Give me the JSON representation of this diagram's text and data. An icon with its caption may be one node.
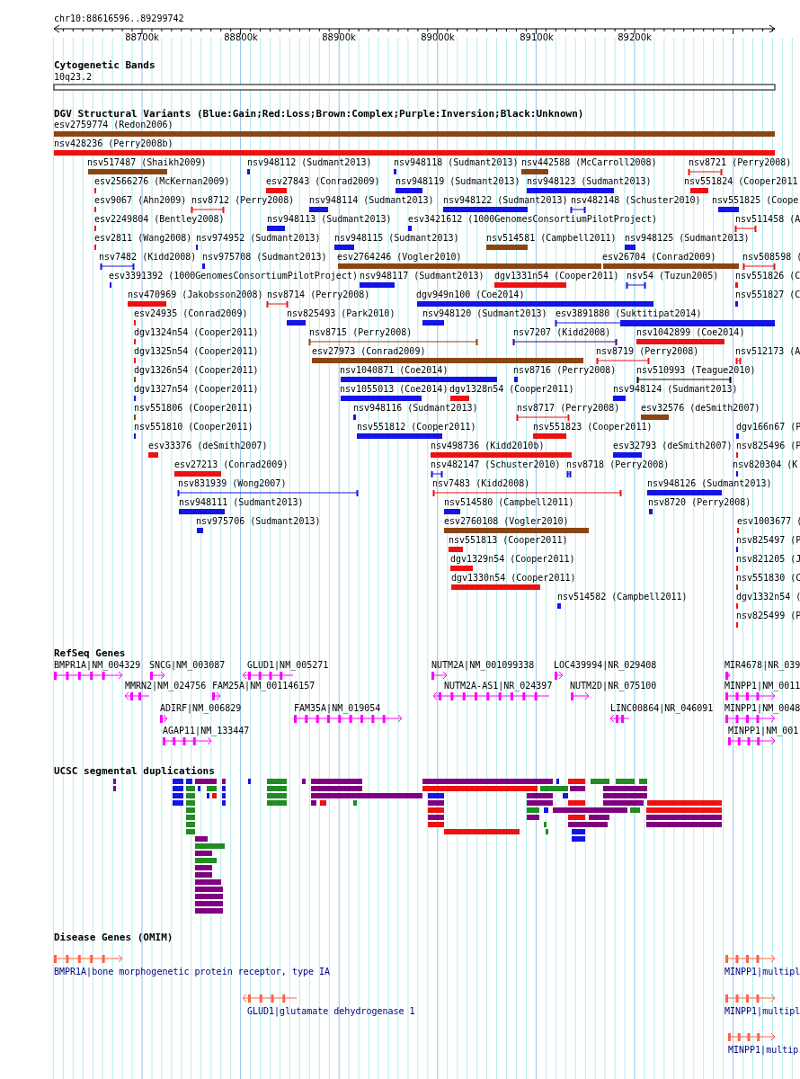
{
  "diagram": {
    "labels": [
      "chr10:88616596..89299742",
      "88700k",
      "88800k",
      "88900k",
      "89000k",
      "89100k",
      "89200k",
      "Cytogenetic Bands",
      "10q23.2",
      "DGV Structural Variants (Blue:Gain;Red:Loss;Brown:Complex;Purple:Inversion;Black:Unknown)",
      "esv2759774 (Redon2006)",
      "nsv428236 (Perry2008b)",
      "nsv517487 (Shaikh2009)",
      "nsv948112 (Sudmant2013)",
      "nsv948118 (Sudmant2013)",
      "nsv442588 (McCarroll2008)",
      "nsv8721 (Perry2008)",
      "esv2566276 (McKernan2009)",
      "esv27843 (Conrad2009)",
      "nsv948119 (Sudmant2013)",
      "nsv948123 (Sudmant2013)",
      "nsv551824 (Cooper2011",
      "esv9067 (Ahn2009)",
      "nsv8712 (Perry2008)",
      "nsv948114 (Sudmant2013)",
      "nsv948122 (Sudmant2013)",
      "nsv482148 (Schuster2010)",
      "nsv551825 (Coope",
      "esv2249804 (Bentley2008)",
      "nsv948113 (Sudmant2013)",
      "esv3421612 (1000GenomesConsortiumPilotProject)",
      "nsv511458 (A",
      "esv2811 (Wang2008)",
      "nsv974952 (Sudmant2013)",
      "nsv948115 (Sudmant2013)",
      "nsv514581 (Campbell2011)",
      "nsv948125 (Sudmant2013)",
      "nsv7482 (Kidd2008)",
      "nsv975708 (Sudmant2013)",
      "esv2764246 (Vogler2010)",
      "esv26704 (Conrad2009)",
      "nsv508598 (",
      "esv3391392 (1000GenomesConsortiumPilotProject)",
      "nsv948117 (Sudmant2013)",
      "dgv1331n54 (Cooper2011)",
      "nsv54 (Tuzun2005)",
      "nsv551826 (C",
      "nsv470969 (Jakobsson2008)",
      "nsv8714 (Perry2008)",
      "dgv949n100 (Coe2014)",
      "nsv551827 (C",
      "esv24935 (Conrad2009)",
      "nsv825493 (Park2010)",
      "nsv948120 (Sudmant2013)",
      "esv3891880 (Suktitipat2014)",
      "dgv1324n54 (Cooper2011)",
      "nsv8715 (Perry2008)",
      "nsv7207 (Kidd2008)",
      "nsv1042899 (Coe2014)",
      "dgv1325n54 (Cooper2011)",
      "esv27973 (Conrad2009)",
      "nsv8719 (Perry2008)",
      "nsv512173 (A",
      "dgv1326n54 (Cooper2011)",
      "nsv1040871 (Coe2014)",
      "nsv8716 (Perry2008)",
      "nsv510993 (Teague2010)",
      "dgv1327n54 (Cooper2011)",
      "nsv1055013 (Coe2014)",
      "dgv1328n54 (Cooper2011)",
      "nsv948124 (Sudmant2013)",
      "nsv551806 (Cooper2011)",
      "nsv948116 (Sudmant2013)",
      "nsv8717 (Perry2008)",
      "esv32576 (deSmith2007)",
      "nsv551810 (Cooper2011)",
      "nsv551812 (Cooper2011)",
      "nsv551823 (Cooper2011)",
      "dgv166n67 (P",
      "esv33376 (deSmith2007)",
      "nsv498736 (Kidd2010b)",
      "esv32793 (deSmith2007)",
      "nsv825496 (P",
      "esv27213 (Conrad2009)",
      "nsv482147 (Schuster2010)",
      "nsv8718 (Perry2008)",
      "nsv820304 (K",
      "nsv831939 (Wong2007)",
      "nsv7483 (Kidd2008)",
      "nsv948126 (Sudmant2013)",
      "nsv948111 (Sudmant2013)",
      "nsv514580 (Campbell2011)",
      "nsv8720 (Perry2008)",
      "nsv975706 (Sudmant2013)",
      "esv2760108 (Vogler2010)",
      "esv1003677 (",
      "nsv551813 (Cooper2011)",
      "nsv825497 (P",
      "dgv1329n54 (Cooper2011)",
      "nsv821205 (J",
      "dgv1330n54 (Cooper2011)",
      "nsv551830 (C",
      "nsv514582 (Campbell2011)",
      "dgv1332n54 (",
      "nsv825499 (P",
      "RefSeq Genes",
      "BMPR1A|NM_004329",
      "SNCG|NM_003087",
      "GLUD1|NM_005271",
      "NUTM2A|NM_001099338",
      "LOC439994|NR_029408",
      "MIR4678|NR_039",
      "MMRN2|NM_024756",
      "FAM25A|NM_001146157",
      "NUTM2A-AS1|NR_024397",
      "NUTM2D|NR_075100",
      "MINPP1|NM_0011",
      "ADIRF|NM_006829",
      "FAM35A|NM_019054",
      "LINC00864|NR_046091",
      "MINPP1|NM_0048",
      "AGAP11|NM_133447",
      "MINPP1|NM_001",
      "UCSC segmental duplications",
      "Disease Genes (OMIM)",
      "BMPR1A|bone morphogenetic protein receptor, type IA",
      "MINPP1|multipl",
      "GLUD1|glutamate dehydrogenase 1",
      "MINPP1|multipl",
      "MINPP1|multip"
    ]
  }
}
